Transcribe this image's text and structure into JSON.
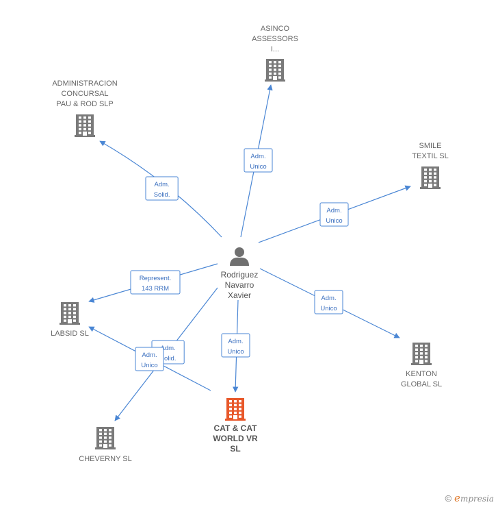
{
  "center": {
    "name": "Rodriguez Navarro Xavier",
    "lines": [
      "Rodriguez",
      "Navarro",
      "Xavier"
    ],
    "icon": "person-icon"
  },
  "companies": [
    {
      "id": "asinco",
      "lines": [
        "ASINCO",
        "ASSESSORS",
        "I..."
      ],
      "icon": "building-icon",
      "color": "#7a7a7a"
    },
    {
      "id": "administracion",
      "lines": [
        "ADMINISTRACION",
        "CONCURSAL",
        "PAU & ROD SLP"
      ],
      "icon": "building-icon",
      "color": "#7a7a7a"
    },
    {
      "id": "smile",
      "lines": [
        "SMILE",
        "TEXTIL SL"
      ],
      "icon": "building-icon",
      "color": "#7a7a7a"
    },
    {
      "id": "labsid",
      "lines": [
        "LABSID SL"
      ],
      "icon": "building-icon",
      "color": "#7a7a7a"
    },
    {
      "id": "kenton",
      "lines": [
        "KENTON",
        "GLOBAL SL"
      ],
      "icon": "building-icon",
      "color": "#7a7a7a"
    },
    {
      "id": "catcat",
      "lines": [
        "CAT & CAT",
        "WORLD VR",
        "SL"
      ],
      "icon": "building-icon",
      "color": "#e8582a",
      "focus": true
    },
    {
      "id": "cheverny",
      "lines": [
        "CHEVERNY  SL"
      ],
      "icon": "building-icon",
      "color": "#7a7a7a"
    }
  ],
  "edges": [
    {
      "to": "asinco",
      "lines": [
        "Adm.",
        "Unico"
      ]
    },
    {
      "to": "administracion",
      "lines": [
        "Adm.",
        "Solid."
      ]
    },
    {
      "to": "smile",
      "lines": [
        "Adm.",
        "Unico"
      ]
    },
    {
      "to": "labsid",
      "lines": [
        "Represent.",
        "143 RRM"
      ]
    },
    {
      "to": "kenton",
      "lines": [
        "Adm.",
        "Unico"
      ]
    },
    {
      "to": "catcat",
      "lines": [
        "Adm.",
        "Unico"
      ]
    },
    {
      "to": "cheverny",
      "lines": [
        "Adm.",
        "Solid."
      ]
    },
    {
      "from": "catcat",
      "to": "labsid",
      "lines": [
        "Adm.",
        "Unico"
      ]
    }
  ],
  "colors": {
    "edge": "#4a86d4",
    "node": "#7a7a7a",
    "focus": "#e8582a"
  },
  "footer": {
    "copyright": "©",
    "brand_initial": "e",
    "brand_rest": "mpresia"
  }
}
